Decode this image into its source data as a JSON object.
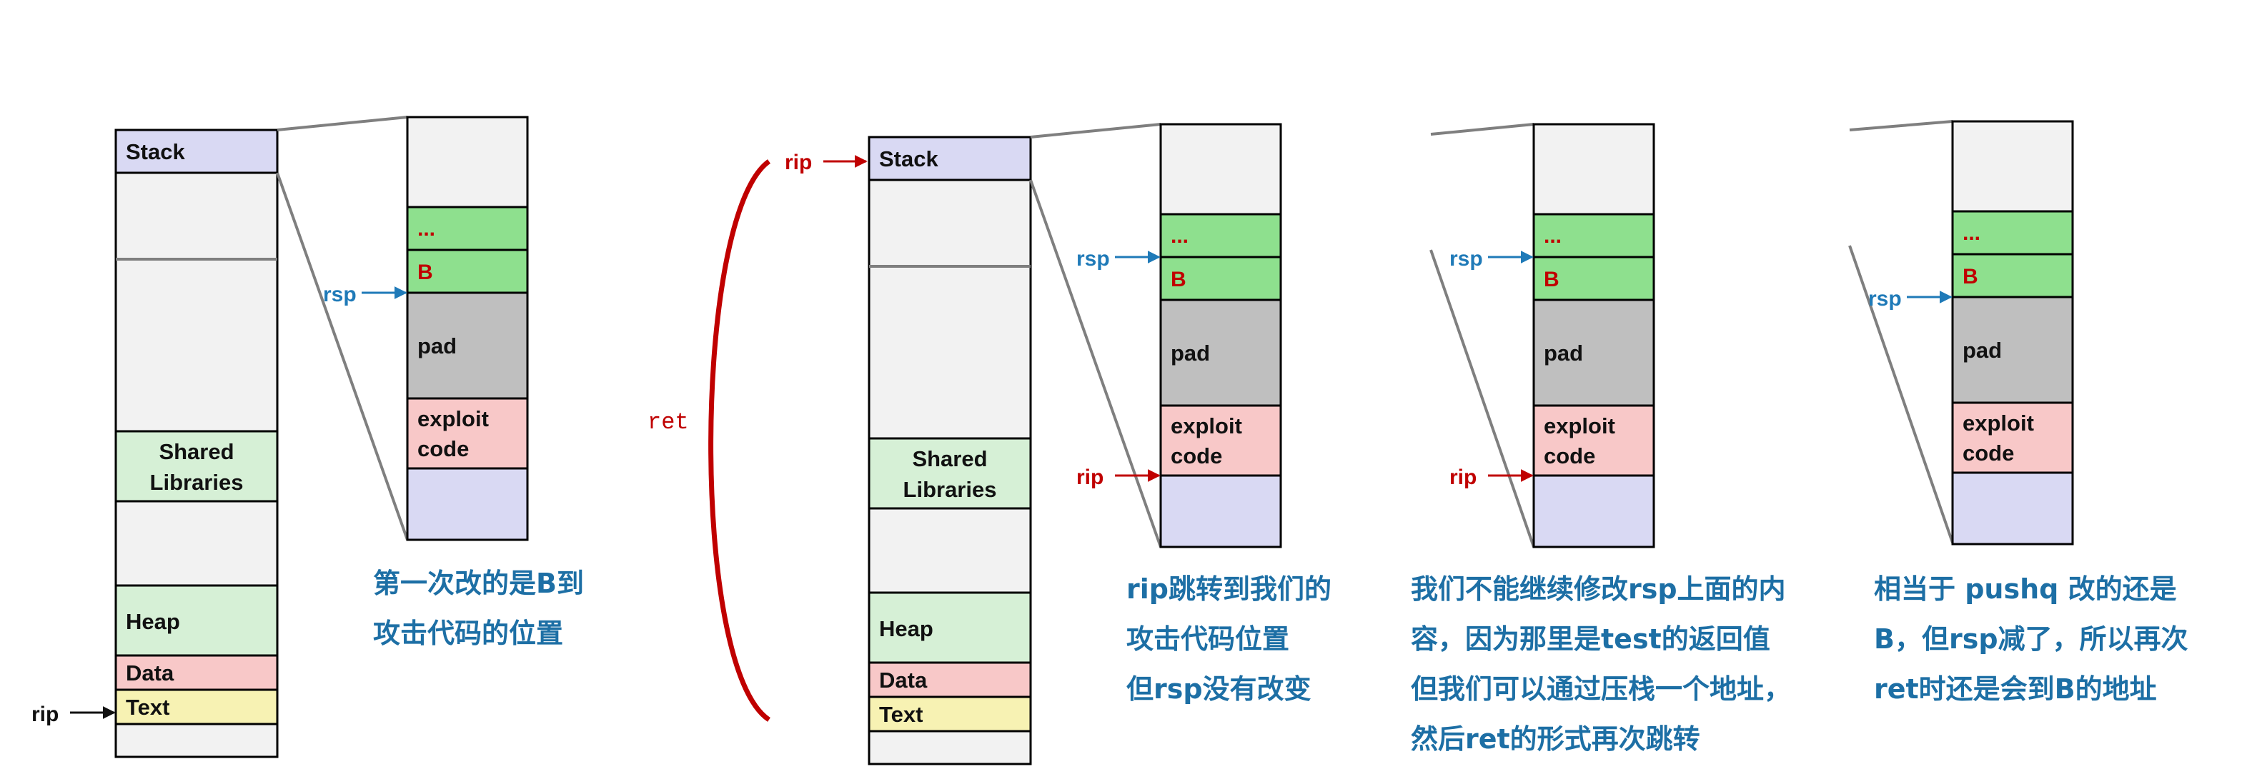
{
  "memory_map": {
    "stack_label": "Stack",
    "shared_label_line1": "Shared",
    "shared_label_line2": "Libraries",
    "heap_label": "Heap",
    "data_label": "Data",
    "text_label": "Text"
  },
  "stack_frame": {
    "dots": "...",
    "b_label": "B",
    "pad_label": "pad",
    "exploit_line1": "exploit",
    "exploit_line2": "code"
  },
  "registers": {
    "rip": "rip",
    "rsp": "rsp",
    "ret": "ret"
  },
  "notes": {
    "panel1": "第一次改的是B到\n攻击代码的位置",
    "panel2": "rip跳转到我们的\n攻击代码位置\n但rsp没有改变",
    "panel3": "我们不能继续修改rsp上面的内\n容，因为那里是test的返回值\n但我们可以通过压栈一个地址，\n然后ret的形式再次跳转",
    "panel4": "相当于 pushq 改的还是\nB，但rsp减了，所以再次\nret时还是会到B的地址"
  },
  "colors": {
    "stack_fill": "#d9d9f3",
    "gray_fill": "#f2f2f2",
    "shared_fill": "#d6f0d6",
    "heap_fill": "#d6f0d6",
    "data_fill": "#f8c8c8",
    "text_fill": "#f7f2b3",
    "green_fill": "#8ee08e",
    "pad_fill": "#bfbfbf",
    "exploit_fill": "#f8c8c8",
    "bottom_fill": "#d9d9f3",
    "red": "#c00000",
    "blue": "#1f7ab8",
    "note_color": "#1d6fa5"
  }
}
